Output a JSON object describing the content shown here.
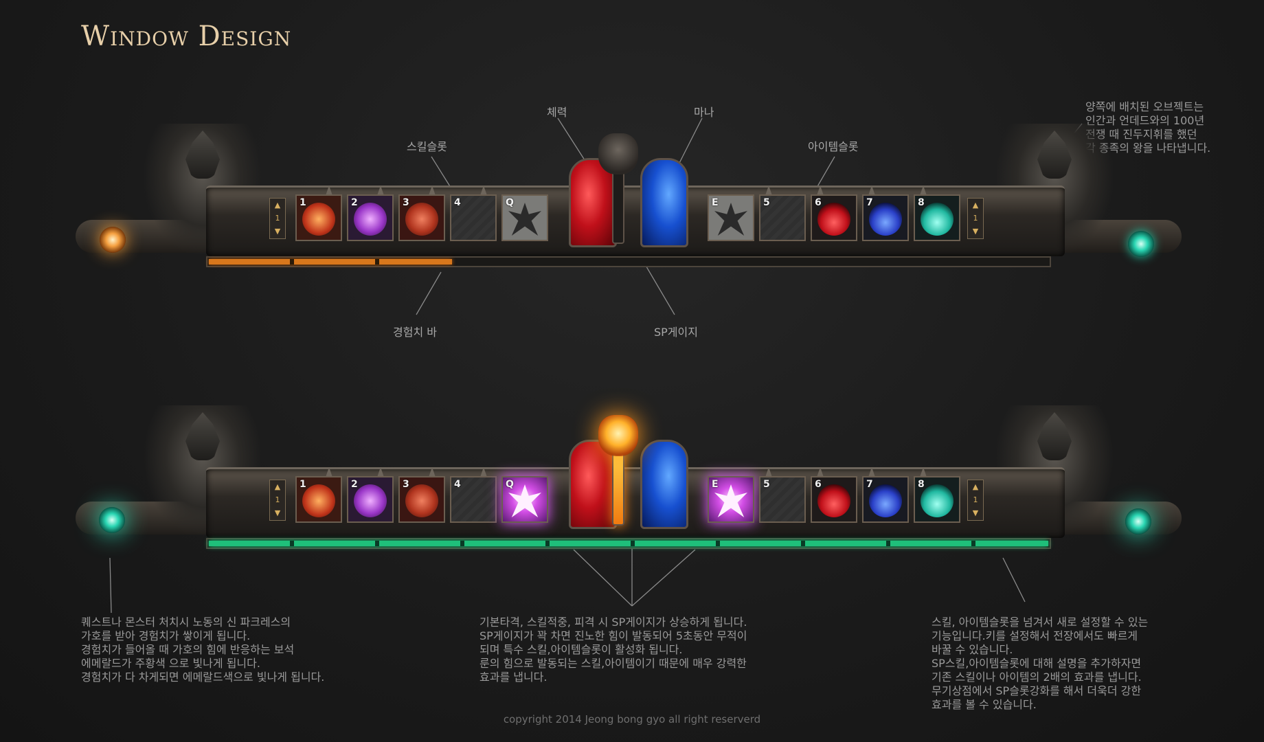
{
  "title": "Window Design",
  "labels": {
    "health": "체력",
    "mana": "마나",
    "skill_slot": "스킬슬롯",
    "item_slot": "아이템슬롯",
    "exp_bar": "경험치 바",
    "sp_gauge": "SP게이지"
  },
  "notes": {
    "statues": [
      "양쪽에 배치된 오브젝트는",
      "인간과 언데드와의 100년",
      "전쟁 때 진두지휘를 했던",
      "각 종족의 왕을 나타냅니다."
    ],
    "gem": [
      "퀘스트나 몬스터 처치시 노동의 신 파크레스의",
      "가호를 받아 경험치가 쌓이게 됩니다.",
      "경험치가 들어올 때 가호의 힘에 반응하는 보석",
      "에메랄드가 주황색 으로 빛나게 됩니다.",
      "경험치가 다 차게되면 에메랄드색으로 빛나게 됩니다."
    ],
    "sp": [
      "기본타격, 스킬적중, 피격 시 SP게이지가 상승하게 됩니다.",
      "SP게이지가 꽉 차면 진노한 힘이 발동되어 5초동안 무적이",
      "되며 특수 스킬,아이템슬롯이 활성화 됩니다.",
      "룬의 힘으로 발동되는 스킬,아이템이기 때문에 매우 강력한",
      "효과를 냅니다."
    ],
    "slots": [
      "스킬, 아이템슬롯을 넘겨서 새로 설정할 수 있는",
      "기능입니다.키를 설정해서  전장에서도 빠르게",
      "바꿀 수 있습니다.",
      "SP스킬,아이템슬롯에 대해 설명을 추가하자면",
      "기존 스킬이나 아이템의 2배의 효과를 냅니다.",
      "무기상점에서 SP슬롯강화를 해서 더욱더 강한",
      "효과를 볼 수 있습니다."
    ]
  },
  "hud": {
    "page_up": "▲",
    "page_num": "1",
    "page_down": "▼",
    "slots": [
      {
        "key": "1",
        "icon": "monster-skill-icon"
      },
      {
        "key": "2",
        "icon": "purple-pouch-icon"
      },
      {
        "key": "3",
        "icon": "red-rune-circle-icon"
      },
      {
        "key": "4",
        "icon": "empty-slot"
      },
      {
        "key": "Q",
        "icon": "rune-sigil-icon"
      },
      {
        "key": "E",
        "icon": "rune-claw-icon"
      },
      {
        "key": "5",
        "icon": "empty-slot"
      },
      {
        "key": "6",
        "icon": "red-potion-icon"
      },
      {
        "key": "7",
        "icon": "blue-potion-icon"
      },
      {
        "key": "8",
        "icon": "teal-drink-icon"
      }
    ],
    "normal": {
      "exp_fraction": 0.29,
      "sp_fraction": 0.0,
      "gem_color": "#f09a36"
    },
    "fury": {
      "exp_fraction": 1.0,
      "sp_fraction": 1.0,
      "gem_color": "#2ef1c6"
    }
  },
  "colors": {
    "health": "#c0101a",
    "mana": "#1750d0",
    "accent": "#e7cfa9"
  },
  "copyright": "copyright 2014 Jeong bong gyo all right reserverd"
}
